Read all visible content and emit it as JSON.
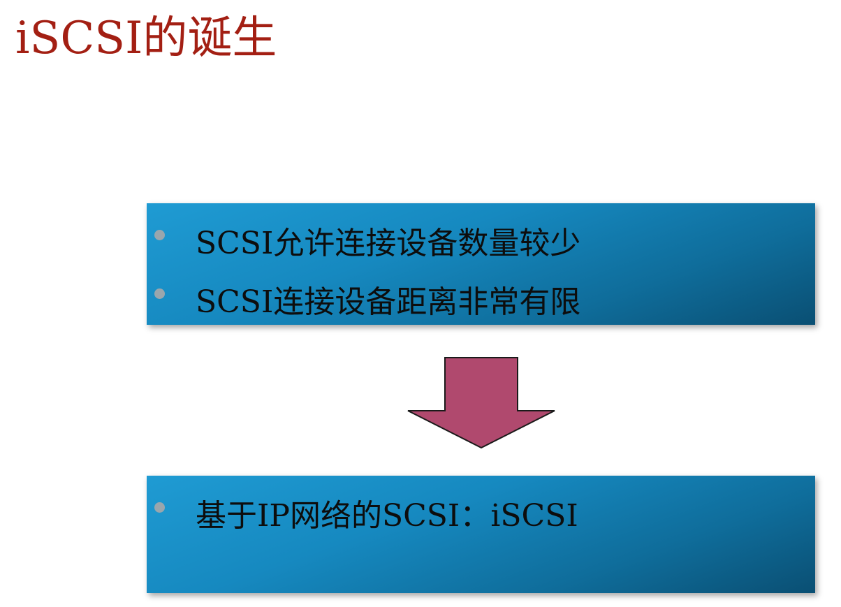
{
  "title": "iSCSI的诞生",
  "top_box": {
    "bullets": [
      "SCSI允许连接设备数量较少",
      "SCSI连接设备距离非常有限"
    ]
  },
  "bottom_box": {
    "bullets": [
      "基于IP网络的SCSI：iSCSI"
    ]
  },
  "colors": {
    "title": "#a31f13",
    "panel": "#1689c0",
    "arrow": "#b0496e",
    "bullet_dot": "#9aa6ad"
  },
  "icons": {
    "arrow": "arrow-down-icon",
    "bullet": "bullet-dot-icon"
  }
}
